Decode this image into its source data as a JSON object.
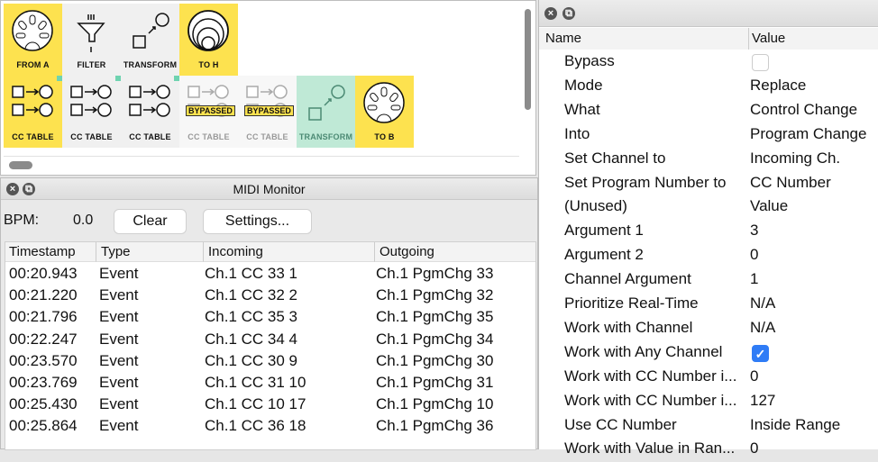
{
  "graph": {
    "row1": [
      {
        "label": "FROM A",
        "icon": "midi-din-icon",
        "style": "y"
      },
      {
        "label": "FILTER",
        "icon": "filter-funnel-icon",
        "style": "g"
      },
      {
        "label": "TRANSFORM",
        "icon": "transform-icon",
        "style": "g"
      },
      {
        "label": "TO H",
        "icon": "host-port-icon",
        "style": "y"
      }
    ],
    "row2": [
      {
        "label": "CC TABLE",
        "icon": "cc-table-icon",
        "style": "y"
      },
      {
        "label": "CC TABLE",
        "icon": "cc-table-icon",
        "style": "g"
      },
      {
        "label": "CC TABLE",
        "icon": "cc-table-icon",
        "style": "g"
      },
      {
        "label": "CC TABLE",
        "icon": "cc-table-icon",
        "style": "l",
        "badge": "BYPASSED"
      },
      {
        "label": "CC TABLE",
        "icon": "cc-table-icon",
        "style": "l",
        "badge": "BYPASSED"
      },
      {
        "label": "TRANSFORM",
        "icon": "transform-icon",
        "style": "t"
      },
      {
        "label": "TO B",
        "icon": "midi-din-icon",
        "style": "y"
      }
    ]
  },
  "monitor": {
    "title": "MIDI Monitor",
    "bpm_label": "BPM:",
    "bpm_value": "0.0",
    "clear": "Clear",
    "settings": "Settings...",
    "columns": [
      "Timestamp",
      "Type",
      "Incoming",
      "Outgoing"
    ],
    "rows": [
      [
        "00:20.943",
        "Event",
        "Ch.1 CC 33 1",
        "Ch.1 PgmChg 33"
      ],
      [
        "00:21.220",
        "Event",
        "Ch.1 CC 32 2",
        "Ch.1 PgmChg 32"
      ],
      [
        "00:21.796",
        "Event",
        "Ch.1 CC 35 3",
        "Ch.1 PgmChg 35"
      ],
      [
        "00:22.247",
        "Event",
        "Ch.1 CC 34 4",
        "Ch.1 PgmChg 34"
      ],
      [
        "00:23.570",
        "Event",
        "Ch.1 CC 30 9",
        "Ch.1 PgmChg 30"
      ],
      [
        "00:23.769",
        "Event",
        "Ch.1 CC 31 10",
        "Ch.1 PgmChg 31"
      ],
      [
        "00:25.430",
        "Event",
        "Ch.1 CC 10 17",
        "Ch.1 PgmChg 10"
      ],
      [
        "00:25.864",
        "Event",
        "Ch.1 CC 36 18",
        "Ch.1 PgmChg 36"
      ]
    ]
  },
  "props": {
    "col_name": "Name",
    "col_value": "Value",
    "rows": [
      {
        "name": "Bypass",
        "checkbox": false
      },
      {
        "name": "Mode",
        "value": "Replace"
      },
      {
        "name": "What",
        "value": "Control Change"
      },
      {
        "name": "Into",
        "value": "Program Change"
      },
      {
        "name": "Set Channel to",
        "value": "Incoming Ch."
      },
      {
        "name": "Set Program Number to",
        "value": "CC Number"
      },
      {
        "name": "(Unused)",
        "value": "Value"
      },
      {
        "name": "Argument 1",
        "value": "3"
      },
      {
        "name": "Argument 2",
        "value": "0"
      },
      {
        "name": "Channel Argument",
        "value": "1"
      },
      {
        "name": "Prioritize Real-Time",
        "value": "N/A"
      },
      {
        "name": "Work with Channel",
        "value": "N/A"
      },
      {
        "name": "Work with Any Channel",
        "checkbox": true
      },
      {
        "name": "Work with CC Number i...",
        "value": "0"
      },
      {
        "name": "Work with CC Number i...",
        "value": "127"
      },
      {
        "name": "Use CC Number",
        "value": "Inside Range"
      },
      {
        "name": "Work with Value in Ran...",
        "value": "0"
      }
    ]
  }
}
